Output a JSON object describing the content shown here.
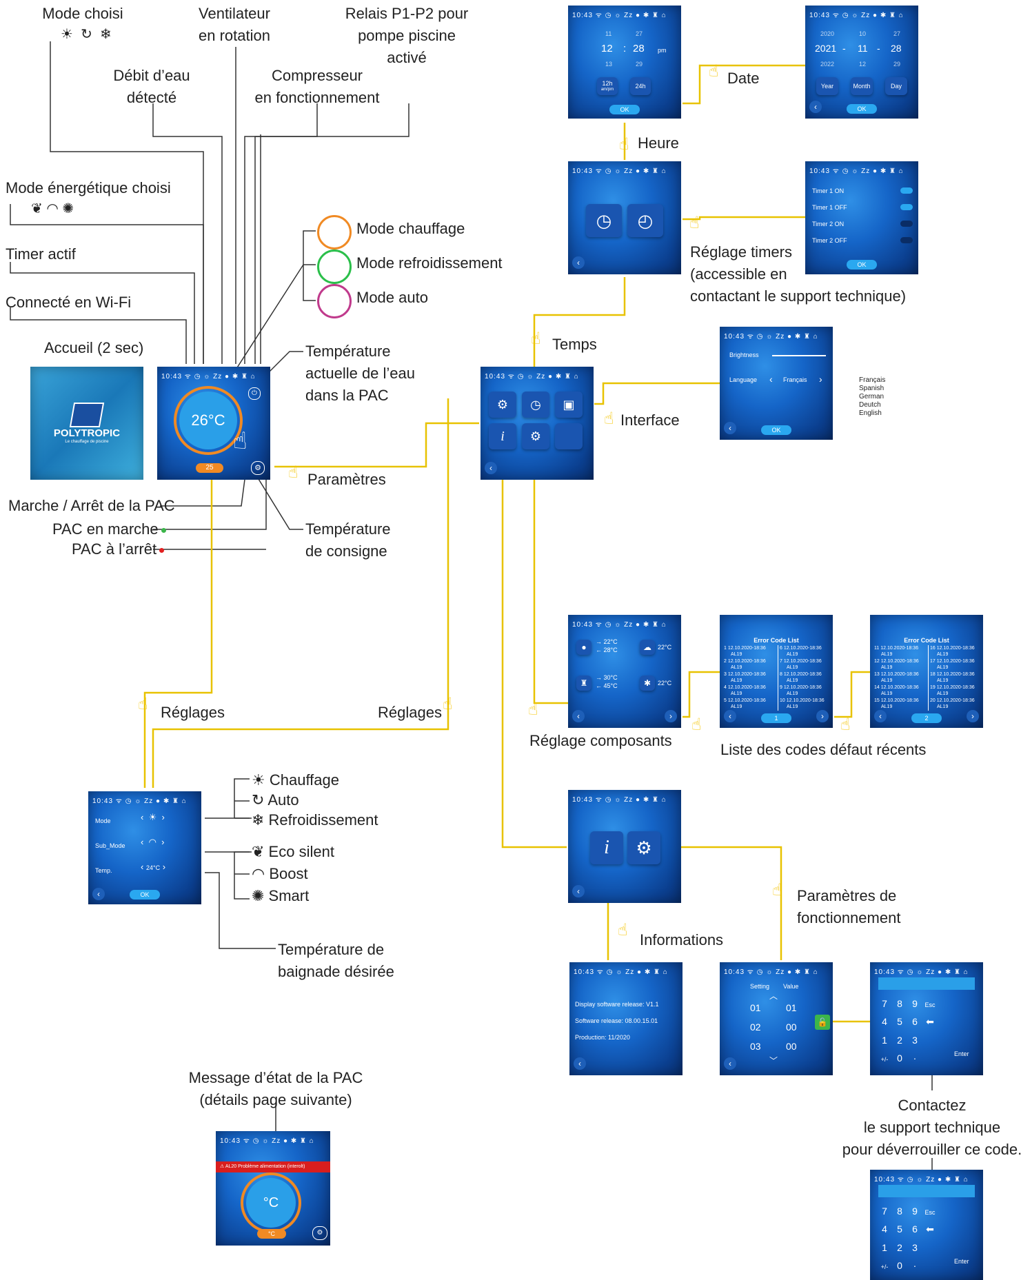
{
  "labels": {
    "mode_choisi": "Mode choisi",
    "ventilateur": [
      "Ventilateur",
      "en rotation"
    ],
    "relais": [
      "Relais P1-P2 pour",
      "pompe piscine",
      "activé"
    ],
    "debit": [
      "Débit d’eau",
      "détecté"
    ],
    "compresseur": [
      "Compresseur",
      "en fonctionnement"
    ],
    "mode_energetique": "Mode énergétique choisi",
    "timer_actif": "Timer actif",
    "wifi": "Connecté en Wi-Fi",
    "accueil": "Accueil (2 sec)",
    "mode_chauffage": "Mode chauffage",
    "mode_refroid": "Mode refroidissement",
    "mode_auto": "Mode auto",
    "temp_actuelle": [
      "Température",
      "actuelle de l’eau",
      "dans la PAC"
    ],
    "marche_arret": "Marche / Arrêt de la PAC",
    "pac_marche": "PAC en marche",
    "pac_arret": "PAC à l’arrêt",
    "temp_consigne": [
      "Température",
      "de consigne"
    ],
    "parametres": "Paramètres",
    "reglages_left": "Réglages",
    "reglages_right": "Réglages",
    "chauffage": "Chauffage",
    "auto": "Auto",
    "refroid": "Refroidissement",
    "eco": "Eco silent",
    "boost": "Boost",
    "smart": "Smart",
    "temp_baignade": [
      "Température de",
      "baignade désirée"
    ],
    "message_etat": [
      "Message d’état de la PAC",
      "(détails page suivante)"
    ],
    "date": "Date",
    "heure": "Heure",
    "reglage_timers": [
      "Réglage timers",
      "(accessible en",
      "contactant le support technique)"
    ],
    "temps": "Temps",
    "interface": "Interface",
    "reglage_composants": "Réglage composants",
    "liste_codes": "Liste des codes défaut récents",
    "informations": "Informations",
    "param_fonct": [
      "Paramètres de",
      "fonctionnement"
    ],
    "contactez": [
      "Contactez",
      "le support technique",
      "pour déverrouiller ce code."
    ],
    "languages": [
      "Français",
      "Spanish",
      "German",
      "Deutch",
      "English"
    ]
  },
  "screens": {
    "status_bar": "10:43 ᯤ ◷ ☼ Zz ● ✱ ♜ ⌂",
    "logo_brand": "POLYTROPIC",
    "logo_tag": "Le chauffage de piscine",
    "main_temp": "26°C",
    "main_setpoint": "25",
    "error_msg": "AL20 Problème alimentation (interolt)",
    "error_temp": "°C",
    "error_set": "°C",
    "ok": "OK",
    "time": {
      "prev": [
        "11",
        "27"
      ],
      "cur": [
        "12",
        ":",
        "28",
        "pm"
      ],
      "next": [
        "13",
        "29"
      ],
      "btn12": "12h",
      "btn12sub": "am/pm",
      "btn24": "24h"
    },
    "date": {
      "prev": [
        "2020",
        "10",
        "27"
      ],
      "cur": [
        "2021",
        "-",
        "11",
        "-",
        "28"
      ],
      "next": [
        "2022",
        "12",
        "29"
      ],
      "year": "Year",
      "month": "Month",
      "day": "Day"
    },
    "timers": [
      "Timer 1 ON",
      "Timer 1 OFF",
      "Timer 2 ON",
      "Timer 2 OFF"
    ],
    "iface": {
      "brightness": "Brightness",
      "language": "Language",
      "lang_val": "Français"
    },
    "settings": {
      "mode": "Mode",
      "sub_mode": "Sub_Mode",
      "temp": "Temp.",
      "temp_val": "24°C"
    },
    "comp": {
      "in1": "22°C",
      "out1": "28°C",
      "ext": "22°C",
      "in2": "30°C",
      "out2": "45°C",
      "ext2": "22°C"
    },
    "errors": {
      "title": "Error Code List",
      "list1": [
        {
          "n": "1",
          "d": "12.10.2020-18:36",
          "c": "AL19"
        },
        {
          "n": "2",
          "d": "12.10.2020-18:36",
          "c": "AL19"
        },
        {
          "n": "3",
          "d": "12.10.2020-18:36",
          "c": "AL19"
        },
        {
          "n": "4",
          "d": "12.10.2020-18:36",
          "c": "AL19"
        },
        {
          "n": "5",
          "d": "12.10.2020-18:36",
          "c": "AL19"
        }
      ],
      "list1b": [
        {
          "n": "6",
          "d": "12.10.2020-18:36",
          "c": "AL19"
        },
        {
          "n": "7",
          "d": "12.10.2020-18:36",
          "c": "AL19"
        },
        {
          "n": "8",
          "d": "12.10.2020-18:36",
          "c": "AL19"
        },
        {
          "n": "9",
          "d": "12.10.2020-18:36",
          "c": "AL19"
        },
        {
          "n": "10",
          "d": "12.10.2020-18:36",
          "c": "AL19"
        }
      ],
      "list2": [
        {
          "n": "11",
          "d": "12.10.2020-18:36",
          "c": "AL19"
        },
        {
          "n": "12",
          "d": "12.10.2020-18:36",
          "c": "AL19"
        },
        {
          "n": "13",
          "d": "12.10.2020-18:36",
          "c": "AL19"
        },
        {
          "n": "14",
          "d": "12.10.2020-18:36",
          "c": "AL19"
        },
        {
          "n": "15",
          "d": "12.10.2020-18:36",
          "c": "AL19"
        }
      ],
      "list2b": [
        {
          "n": "16",
          "d": "12.10.2020-18:36",
          "c": "AL19"
        },
        {
          "n": "17",
          "d": "12.10.2020-18:36",
          "c": "AL19"
        },
        {
          "n": "18",
          "d": "12.10.2020-18:36",
          "c": "AL19"
        },
        {
          "n": "19",
          "d": "12.10.2020-18:36",
          "c": "AL19"
        },
        {
          "n": "20",
          "d": "12.10.2020-18:36",
          "c": "AL19"
        }
      ],
      "page1": "1",
      "page2": "2"
    },
    "info": {
      "l1": "Display software release: V1.1",
      "l2": "Software release: 08.00.15.01",
      "l3": "Production: 11/2020"
    },
    "param": {
      "setting": "Setting",
      "value": "Value",
      "rows": [
        [
          "01",
          "01"
        ],
        [
          "02",
          "00"
        ],
        [
          "03",
          "00"
        ]
      ]
    },
    "keypad": {
      "r1": [
        "7",
        "8",
        "9",
        "Esc"
      ],
      "r2": [
        "4",
        "5",
        "6",
        "⬅"
      ],
      "r3": [
        "1",
        "2",
        "3"
      ],
      "r4": [
        "+/-",
        "0",
        "·"
      ],
      "enter": "Enter"
    }
  },
  "colors": {
    "wire": "#222222",
    "yellow": "#e8c200",
    "heat": "#f08a24",
    "cool": "#2bbf4a",
    "auto": "#c03a8c",
    "green_dot": "#3cb54a",
    "red_dot": "#e22020"
  }
}
